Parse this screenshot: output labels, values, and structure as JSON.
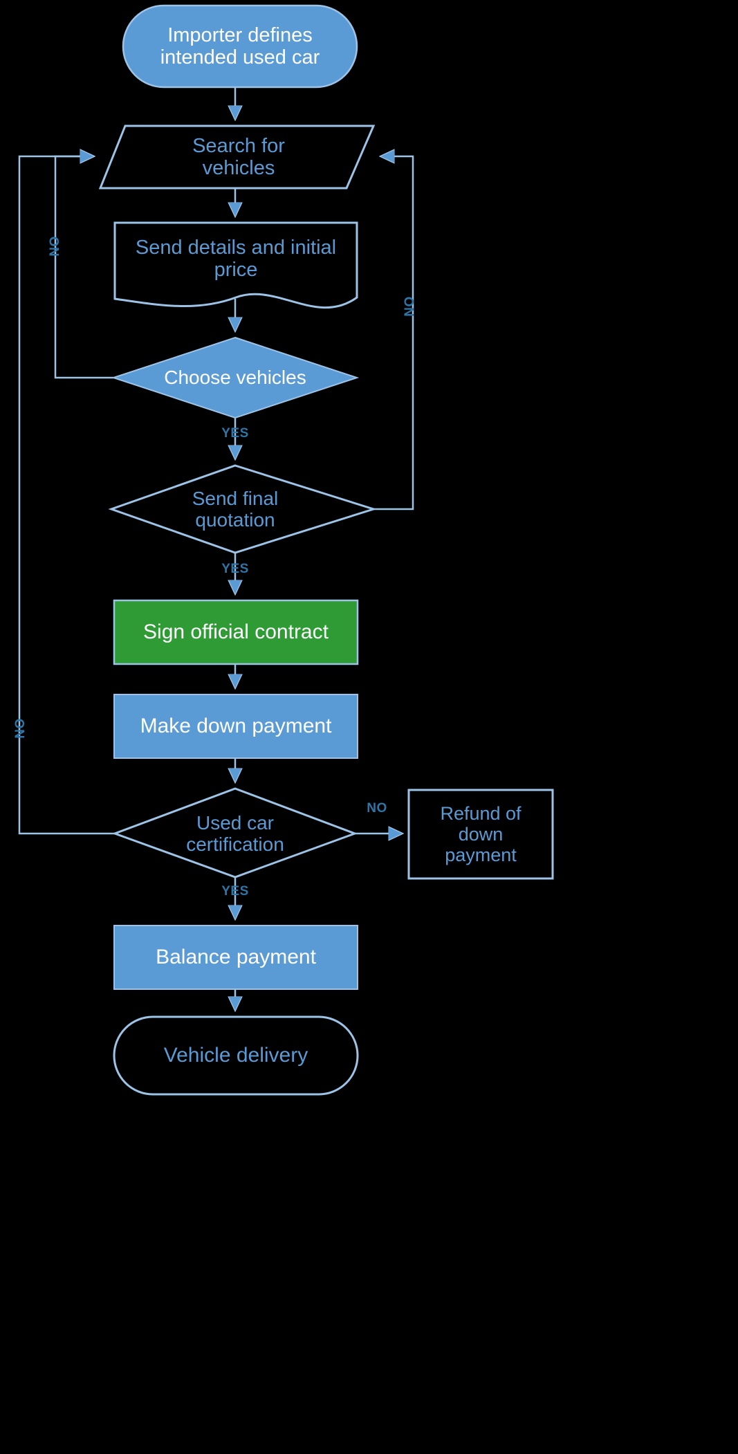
{
  "diagram": {
    "title": "Used car import process flowchart",
    "background": "#000000",
    "colors": {
      "blue_fill": "#5B9BD5",
      "blue_stroke": "#9DC3E6",
      "blue_text": "#5B9BD5",
      "green_fill": "#2E9B35",
      "white_text": "#FFFFFF",
      "edge_label_color": "#2E75A8"
    },
    "nodes": [
      {
        "id": "start",
        "label": "Importer defines\nintended used car",
        "shape": "stadium",
        "fill": "filled-blue",
        "text_color": "#FFFFFF"
      },
      {
        "id": "search",
        "label": "Search for\nvehicles",
        "shape": "parallelogram",
        "fill": "outline",
        "text_color": "#5B9BD5"
      },
      {
        "id": "send_details",
        "label": "Send details and initial\nprice",
        "shape": "document",
        "fill": "outline",
        "text_color": "#5B9BD5"
      },
      {
        "id": "choose",
        "label": "Choose vehicles",
        "shape": "diamond",
        "fill": "filled-blue",
        "text_color": "#FFFFFF"
      },
      {
        "id": "quotation",
        "label": "Send final\nquotation",
        "shape": "diamond",
        "fill": "outline",
        "text_color": "#5B9BD5"
      },
      {
        "id": "contract",
        "label": "Sign official contract",
        "shape": "rectangle",
        "fill": "filled-green",
        "text_color": "#FFFFFF"
      },
      {
        "id": "downpayment",
        "label": "Make down payment",
        "shape": "rectangle",
        "fill": "filled-blue",
        "text_color": "#FFFFFF"
      },
      {
        "id": "certification",
        "label": "Used car\ncertification",
        "shape": "diamond",
        "fill": "outline",
        "text_color": "#5B9BD5"
      },
      {
        "id": "refund",
        "label": "Refund of\ndown\npayment",
        "shape": "rectangle",
        "fill": "outline",
        "text_color": "#5B9BD5"
      },
      {
        "id": "balance",
        "label": "Balance payment",
        "shape": "rectangle",
        "fill": "filled-blue",
        "text_color": "#FFFFFF"
      },
      {
        "id": "delivery",
        "label": "Vehicle delivery",
        "shape": "stadium",
        "fill": "outline",
        "text_color": "#5B9BD5"
      }
    ],
    "edges": [
      {
        "from": "start",
        "to": "search",
        "label": ""
      },
      {
        "from": "search",
        "to": "send_details",
        "label": ""
      },
      {
        "from": "send_details",
        "to": "choose",
        "label": ""
      },
      {
        "from": "choose",
        "to": "search",
        "label": "NO"
      },
      {
        "from": "choose",
        "to": "quotation",
        "label": "YES"
      },
      {
        "from": "quotation",
        "to": "search",
        "label": "NO"
      },
      {
        "from": "quotation",
        "to": "contract",
        "label": "YES"
      },
      {
        "from": "contract",
        "to": "downpayment",
        "label": ""
      },
      {
        "from": "downpayment",
        "to": "certification",
        "label": ""
      },
      {
        "from": "certification",
        "to": "refund",
        "label": "NO"
      },
      {
        "from": "certification",
        "to": "search",
        "label": "NO"
      },
      {
        "from": "certification",
        "to": "balance",
        "label": "YES"
      },
      {
        "from": "balance",
        "to": "delivery",
        "label": ""
      }
    ],
    "edge_labels": {
      "choose_no": "NO",
      "choose_yes": "YES",
      "quotation_no": "NO",
      "quotation_yes": "YES",
      "certification_no_left": "NO",
      "certification_no_right": "NO",
      "certification_yes": "YES"
    }
  }
}
